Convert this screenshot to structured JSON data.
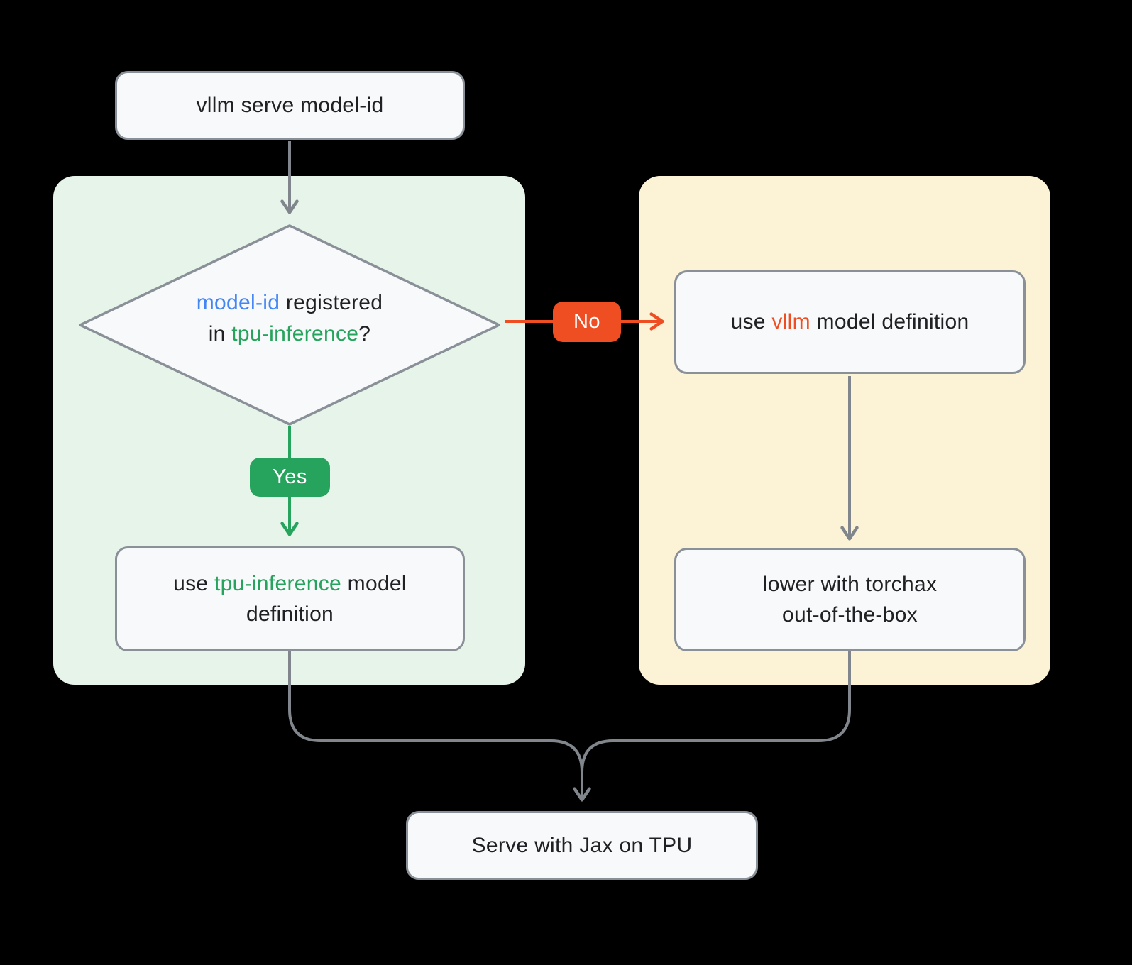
{
  "colors": {
    "background": "#000000",
    "panel_registered": "#e6f4ea",
    "panel_unregistered": "#fcf3d7",
    "node_fill": "#f8f9fa",
    "node_border": "#8a9097",
    "arrow_gray": "#80868b",
    "accent_blue": "#4285f4",
    "accent_green": "#26a35c",
    "accent_orange": "#ef4e22",
    "text": "#202124"
  },
  "nodes": {
    "start": {
      "label": "vllm serve model-id"
    },
    "decision": {
      "line1_highlight": "model-id",
      "line1_rest": " registered",
      "line2_prefix": "in ",
      "line2_highlight": "tpu-inference",
      "line2_suffix": "?"
    },
    "use_vllm": {
      "prefix": "use ",
      "highlight": "vllm",
      "suffix": " model definition"
    },
    "use_tpu_inference": {
      "prefix": "use ",
      "highlight": "tpu-inference",
      "suffix": " model definition"
    },
    "torchax": {
      "line1": "lower with torchax",
      "line2": "out-of-the-box"
    },
    "serve": {
      "label": "Serve with Jax on TPU"
    }
  },
  "edges": {
    "yes_label": "Yes",
    "no_label": "No"
  }
}
